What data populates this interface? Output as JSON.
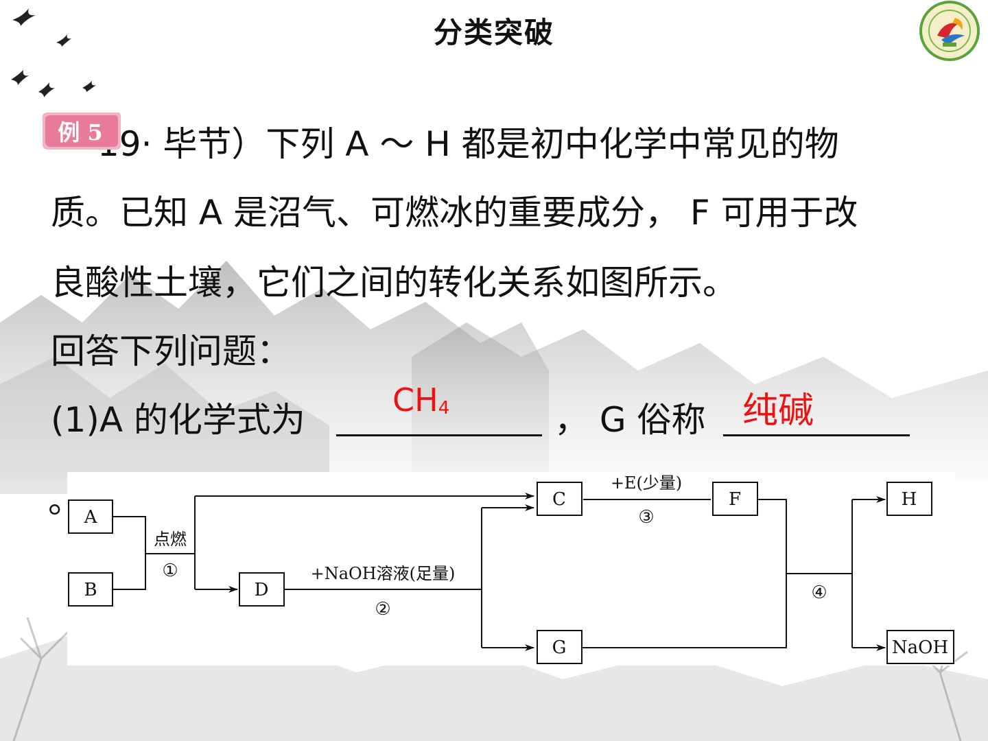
{
  "header": {
    "title": "分类突破"
  },
  "badge": {
    "label": "例 5"
  },
  "question": {
    "line1": "19· 毕节）下列 A ～ H 都是初中化学中常见的物",
    "line2": "质。已知 A 是沼气、可燃冰的重要成分， F 可用于改",
    "line3": "良酸性土壤，它们之间的转化关系如图所示。",
    "line4": "回答下列问题：",
    "line5_a": "(1)A 的化学式为",
    "line5_b": "， G 俗称",
    "line6": "。"
  },
  "answers": {
    "a_formula_main": "CH",
    "a_formula_sub": "4",
    "g_name": "纯碱"
  },
  "diagram": {
    "boxes": {
      "a": "A",
      "b": "B",
      "c": "C",
      "d": "D",
      "f": "F",
      "g": "G",
      "h": "H",
      "naoh": "NaOH"
    },
    "labels": {
      "step1_cond": "点燃",
      "step1_num": "①",
      "step2_cond": "+NaOH溶液(足量)",
      "step2_num": "②",
      "step3_cond": "+E(少量)",
      "step3_num": "③",
      "step4_num": "④"
    }
  },
  "colors": {
    "answer": "#ee1111",
    "badge": "#e87a9a"
  }
}
